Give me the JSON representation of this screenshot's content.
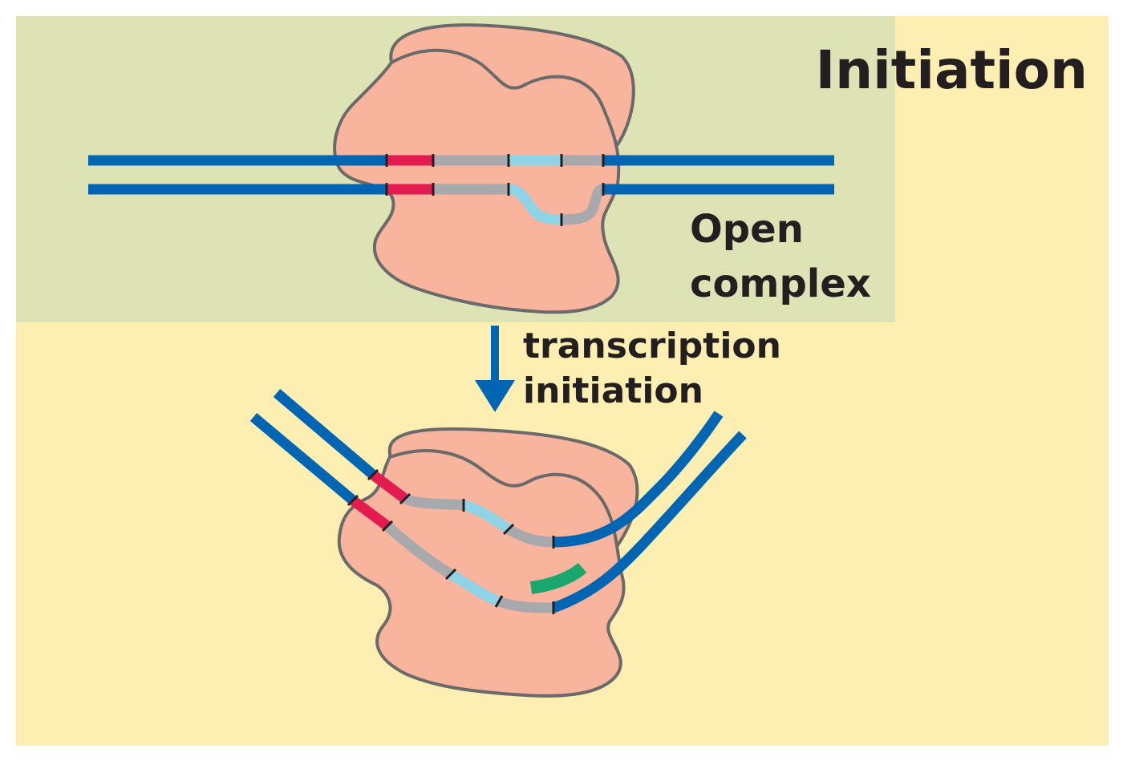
{
  "title": "Initiation",
  "labels": {
    "open_complex_line1": "Open",
    "open_complex_line2": "complex",
    "step_line1": "transcription",
    "step_line2": "initiation"
  },
  "colors": {
    "outer_background": "#fdefb2",
    "top_panel": "#dde3b5",
    "polymerase_fill": "#f8b49c",
    "polymerase_outline": "#6a6a6a",
    "dna_strand": "#0066b3",
    "promoter_minus35": "#e31b4f",
    "spacer": "#a7a9ac",
    "promoter_minus10": "#8fd3e6",
    "rna_transcript": "#1aa66f",
    "arrow": "#0066b3",
    "text": "#231f20"
  },
  "icons": {
    "step_arrow": "down-arrow-icon"
  }
}
